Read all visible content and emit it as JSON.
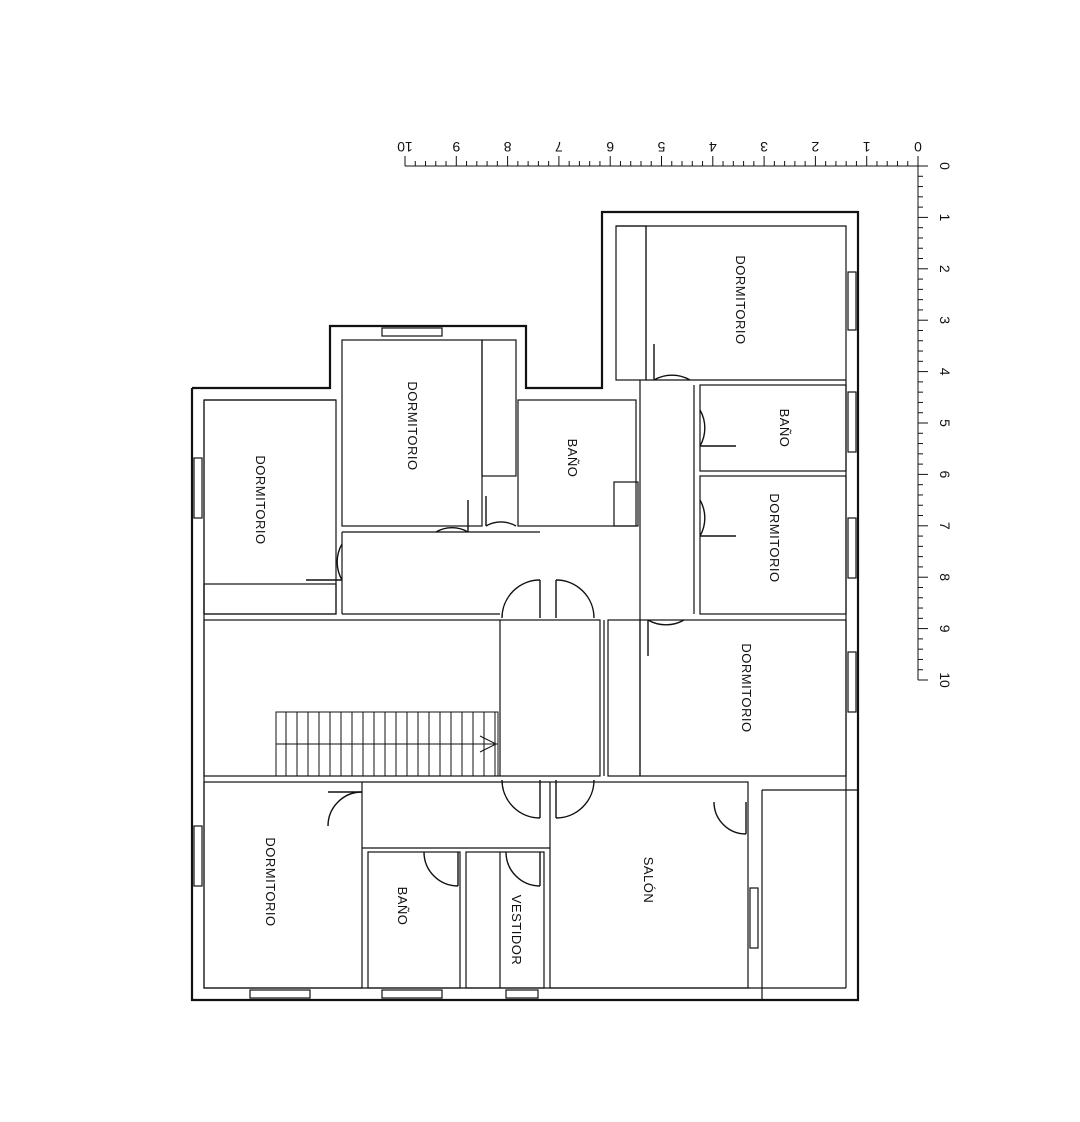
{
  "rooms": [
    {
      "id": "dorm-top-right",
      "label": "DORMITORIO"
    },
    {
      "id": "bano-right",
      "label": "BAÑO"
    },
    {
      "id": "dorm-mid-right",
      "label": "DORMITORIO"
    },
    {
      "id": "dorm-lower-right",
      "label": "DORMITORIO"
    },
    {
      "id": "dorm-top-center",
      "label": "DORMITORIO"
    },
    {
      "id": "bano-center",
      "label": "BAÑO"
    },
    {
      "id": "dorm-left",
      "label": "DORMITORIO"
    },
    {
      "id": "dorm-bottom-left",
      "label": "DORMITORIO"
    },
    {
      "id": "bano-bottom",
      "label": "BAÑO"
    },
    {
      "id": "vestidor",
      "label": "VESTIDOR"
    },
    {
      "id": "salon",
      "label": "SALÓN"
    }
  ],
  "scale": {
    "horizontal_ticks": [
      "0",
      "1",
      "2",
      "3",
      "4",
      "5",
      "6",
      "7",
      "8",
      "9",
      "10"
    ],
    "vertical_ticks": [
      "0",
      "1",
      "2",
      "3",
      "4",
      "5",
      "6",
      "7",
      "8",
      "9",
      "10"
    ]
  }
}
